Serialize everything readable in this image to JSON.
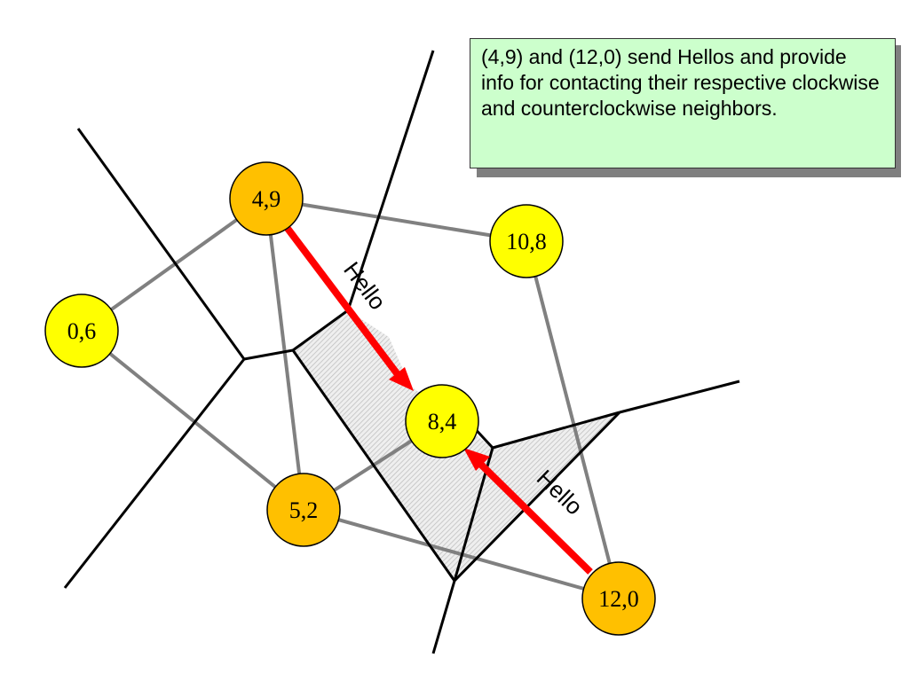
{
  "colors": {
    "voronoi_edge": "#000000",
    "neighbor_link": "#808080",
    "hello_arrow": "#ff0000",
    "node_orange": "#ffc000",
    "node_yellow": "#ffff00",
    "region_fill": "#e5e5e5",
    "callout_fill": "#ccffcc"
  },
  "nodes": [
    {
      "id": "n49",
      "label": "4,9",
      "color": "orange"
    },
    {
      "id": "n108",
      "label": "10,8",
      "color": "yellow"
    },
    {
      "id": "n06",
      "label": "0,6",
      "color": "yellow"
    },
    {
      "id": "n84",
      "label": "8,4",
      "color": "yellow"
    },
    {
      "id": "n52",
      "label": "5,2",
      "color": "orange"
    },
    {
      "id": "n120",
      "label": "12,0",
      "color": "orange"
    }
  ],
  "messages": [
    {
      "from": "4,9",
      "to": "8,4",
      "label": "Hello"
    },
    {
      "from": "12,0",
      "to": "8,4",
      "label": "Hello"
    }
  ],
  "callout": {
    "text": "(4,9) and (12,0) send Hellos and provide info for contacting their respective clockwise and counterclockwise neighbors."
  }
}
